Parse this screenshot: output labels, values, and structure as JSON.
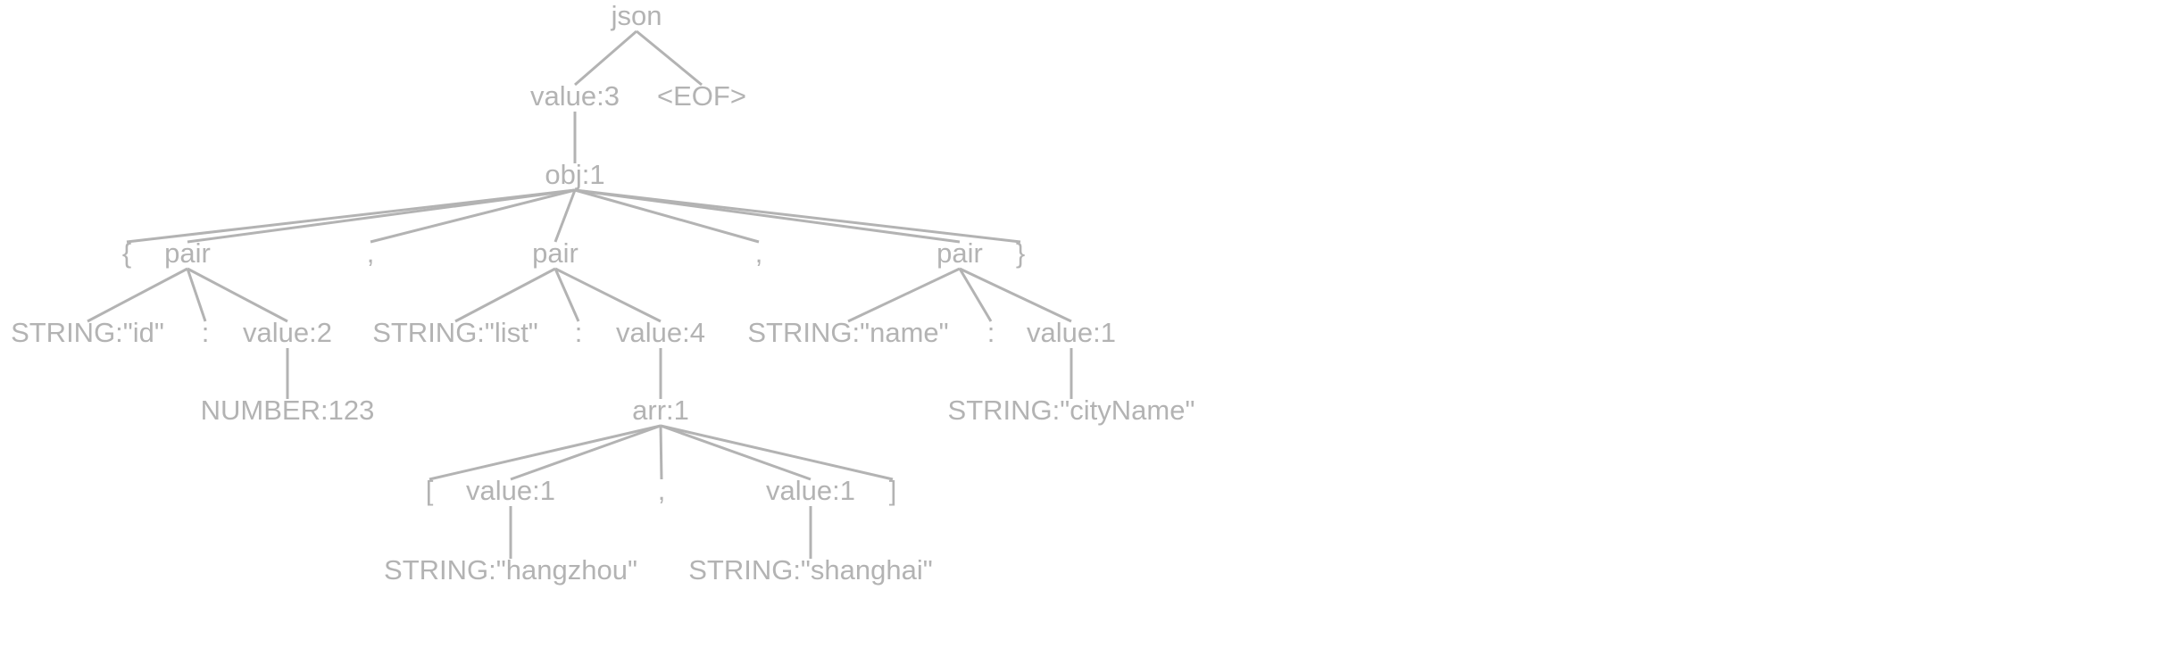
{
  "tree": {
    "nodes": [
      {
        "id": "json",
        "label": "json"
      },
      {
        "id": "value3",
        "label": "value:3"
      },
      {
        "id": "eof",
        "label": "<EOF>"
      },
      {
        "id": "obj1",
        "label": "obj:1"
      },
      {
        "id": "lbrace",
        "label": "{"
      },
      {
        "id": "pair_a",
        "label": "pair"
      },
      {
        "id": "comma_a",
        "label": ","
      },
      {
        "id": "pair_b",
        "label": "pair"
      },
      {
        "id": "comma_b",
        "label": ","
      },
      {
        "id": "pair_c",
        "label": "pair"
      },
      {
        "id": "rbrace",
        "label": "}"
      },
      {
        "id": "str_id",
        "label": "STRING:\"id\""
      },
      {
        "id": "colon_a",
        "label": ":"
      },
      {
        "id": "value2",
        "label": "value:2"
      },
      {
        "id": "num123",
        "label": "NUMBER:123"
      },
      {
        "id": "str_list",
        "label": "STRING:\"list\""
      },
      {
        "id": "colon_b",
        "label": ":"
      },
      {
        "id": "value4",
        "label": "value:4"
      },
      {
        "id": "arr1",
        "label": "arr:1"
      },
      {
        "id": "lbracket",
        "label": "["
      },
      {
        "id": "value1_a",
        "label": "value:1"
      },
      {
        "id": "comma_c",
        "label": ","
      },
      {
        "id": "value1_b",
        "label": "value:1"
      },
      {
        "id": "rbracket",
        "label": "]"
      },
      {
        "id": "str_hangzhou",
        "label": "STRING:\"hangzhou\""
      },
      {
        "id": "str_shanghai",
        "label": "STRING:\"shanghai\""
      },
      {
        "id": "str_name",
        "label": "STRING:\"name\""
      },
      {
        "id": "colon_c",
        "label": ":"
      },
      {
        "id": "value1_c",
        "label": "value:1"
      },
      {
        "id": "str_cityname",
        "label": "STRING:\"cityName\""
      }
    ],
    "edges": [
      [
        "json",
        "value3"
      ],
      [
        "json",
        "eof"
      ],
      [
        "value3",
        "obj1"
      ],
      [
        "obj1",
        "lbrace"
      ],
      [
        "obj1",
        "pair_a"
      ],
      [
        "obj1",
        "comma_a"
      ],
      [
        "obj1",
        "pair_b"
      ],
      [
        "obj1",
        "comma_b"
      ],
      [
        "obj1",
        "pair_c"
      ],
      [
        "obj1",
        "rbrace"
      ],
      [
        "pair_a",
        "str_id"
      ],
      [
        "pair_a",
        "colon_a"
      ],
      [
        "pair_a",
        "value2"
      ],
      [
        "value2",
        "num123"
      ],
      [
        "pair_b",
        "str_list"
      ],
      [
        "pair_b",
        "colon_b"
      ],
      [
        "pair_b",
        "value4"
      ],
      [
        "value4",
        "arr1"
      ],
      [
        "arr1",
        "lbracket"
      ],
      [
        "arr1",
        "value1_a"
      ],
      [
        "arr1",
        "comma_c"
      ],
      [
        "arr1",
        "value1_b"
      ],
      [
        "arr1",
        "rbracket"
      ],
      [
        "value1_a",
        "str_hangzhou"
      ],
      [
        "value1_b",
        "str_shanghai"
      ],
      [
        "pair_c",
        "str_name"
      ],
      [
        "pair_c",
        "colon_c"
      ],
      [
        "pair_c",
        "value1_c"
      ],
      [
        "value1_c",
        "str_cityname"
      ]
    ]
  },
  "colors": {
    "node_text": "#b3b3b3",
    "edge": "#b3b3b3",
    "background": "#ffffff"
  }
}
